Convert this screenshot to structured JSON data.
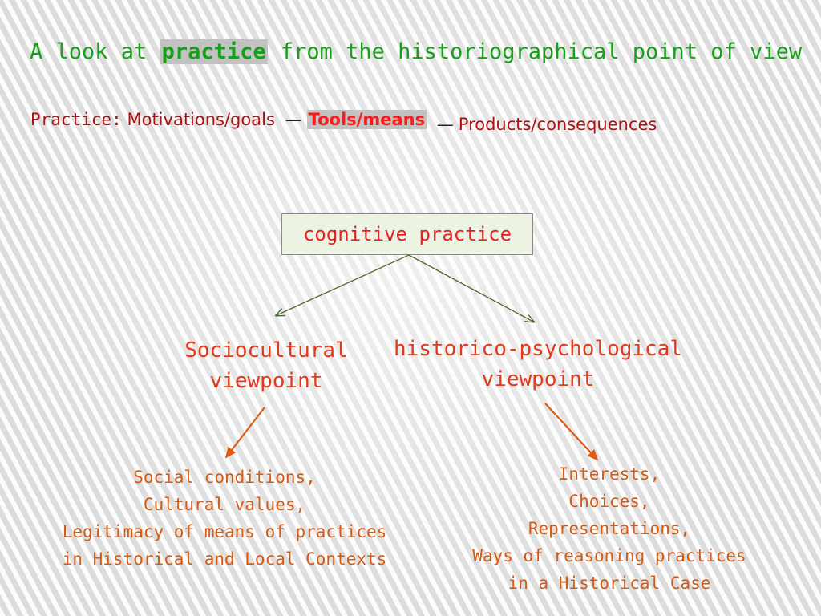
{
  "title": {
    "pre": "A look at ",
    "highlight": "practice",
    "post": " from the historiographical point of view"
  },
  "practice_line": {
    "label": "Practice:",
    "motivations": "Motivations/goals",
    "dash1": "—",
    "tools": "Tools/means",
    "dash2": "—",
    "products": "Products/consequences"
  },
  "diagram": {
    "root": "cognitive practice",
    "left_view": [
      "Sociocultural",
      "viewpoint"
    ],
    "right_view": [
      "historico-psychological",
      "viewpoint"
    ],
    "left_items": [
      "Social conditions,",
      "Cultural values,",
      "Legitimacy of means of practices",
      "in Historical and Local Contexts"
    ],
    "right_items": [
      "Interests,",
      "Choices,",
      "Representations,",
      "Ways of reasoning practices",
      "in a Historical Case"
    ],
    "colors": {
      "title": "#17a01a",
      "accent_red": "#e52222",
      "orange": "#d85a10",
      "connector_green": "#4a6a2a",
      "connector_orange": "#e05a10"
    }
  }
}
